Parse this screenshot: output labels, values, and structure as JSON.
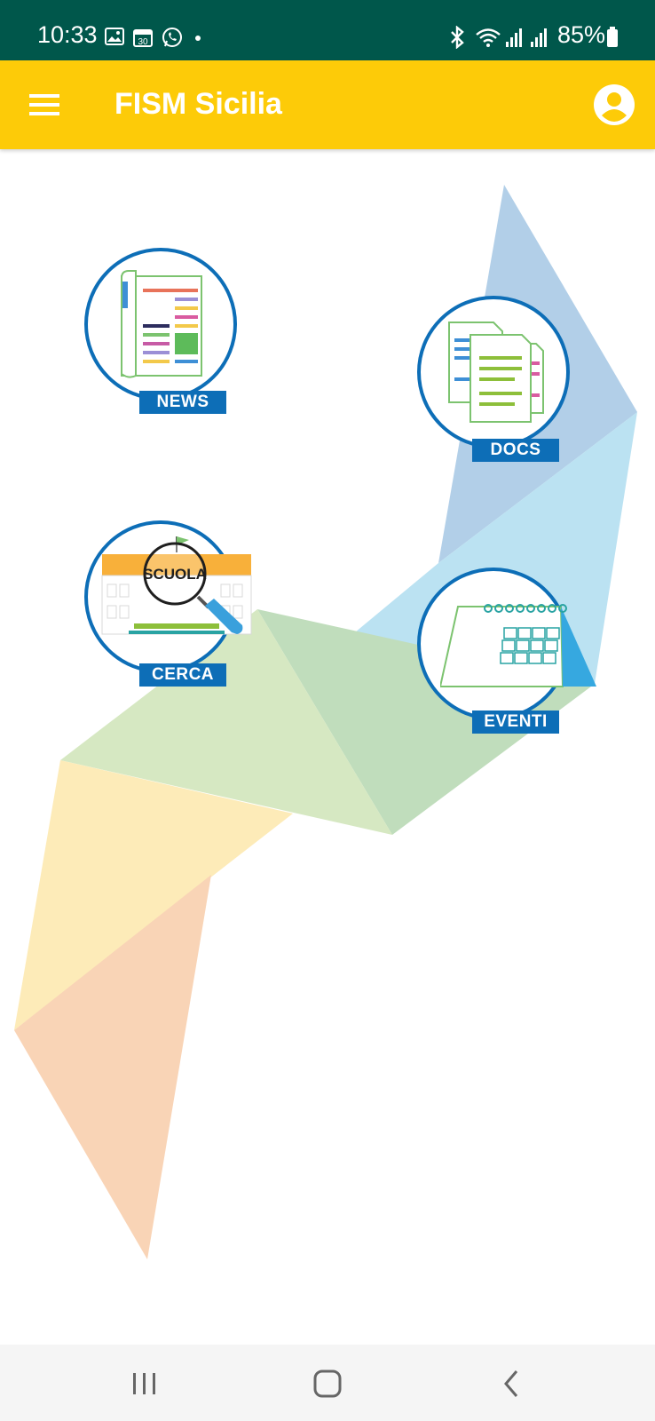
{
  "status_bar": {
    "time": "10:33",
    "battery": "85%",
    "icons": [
      "image-icon",
      "calendar-30-icon",
      "whatsapp-icon",
      "dot-icon",
      "bluetooth-icon",
      "wifi-icon",
      "signal-icon",
      "signal-icon",
      "battery-icon"
    ],
    "calendar_day": "30"
  },
  "app_bar": {
    "title": "FISM Sicilia",
    "menu_icon": "hamburger-menu-icon",
    "account_icon": "account-circle-icon"
  },
  "tiles": [
    {
      "id": "news",
      "label": "NEWS",
      "icon": "newspaper-icon"
    },
    {
      "id": "docs",
      "label": "DOCS",
      "icon": "documents-icon"
    },
    {
      "id": "cerca",
      "label": "CERCA",
      "icon": "school-search-icon",
      "sign": "SCUOLA"
    },
    {
      "id": "eventi",
      "label": "EVENTI",
      "icon": "calendar-icon"
    }
  ],
  "nav_bar": {
    "buttons": [
      "recent-apps-icon",
      "home-icon",
      "back-icon"
    ]
  },
  "colors": {
    "status_bar": "#00574b",
    "app_bar": "#fdcb08",
    "accent_blue": "#0d6eb7"
  }
}
